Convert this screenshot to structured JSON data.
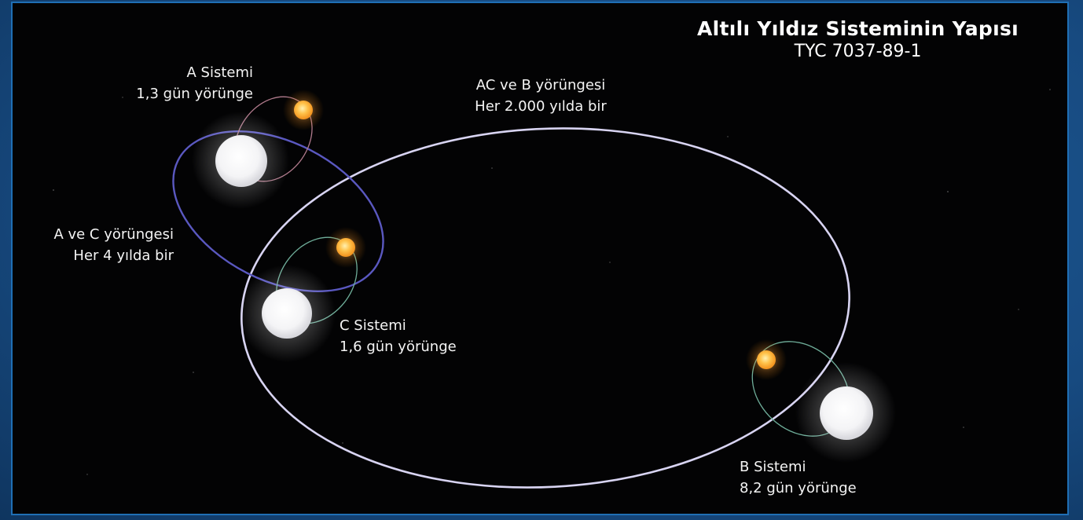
{
  "header": {
    "title": "Altılı Yıldız Sisteminin Yapısı",
    "subtitle": "TYC 7037-89-1"
  },
  "labels": {
    "system_a": {
      "name": "A Sistemi",
      "period": "1,3 gün yörünge"
    },
    "orbit_ac_b": {
      "name": "AC ve B yörüngesi",
      "period": "Her 2.000 yılda bir"
    },
    "orbit_a_c": {
      "name": "A ve C yörüngesi",
      "period": "Her 4 yılda bir"
    },
    "system_c": {
      "name": "C Sistemi",
      "period": "1,6 gün yörünge"
    },
    "system_b": {
      "name": "B Sistemi",
      "period": "8,2 gün yörünge"
    }
  },
  "colors": {
    "background": "#030304",
    "frame": "#1b4f86",
    "orbit_large": "#d8d4f2",
    "orbit_ac": "#5a58c0",
    "orbit_a_inner": "#b07a8c",
    "orbit_green": "#6fae9a",
    "white_star": "#ffffff",
    "orange_star": "#ffb040"
  }
}
